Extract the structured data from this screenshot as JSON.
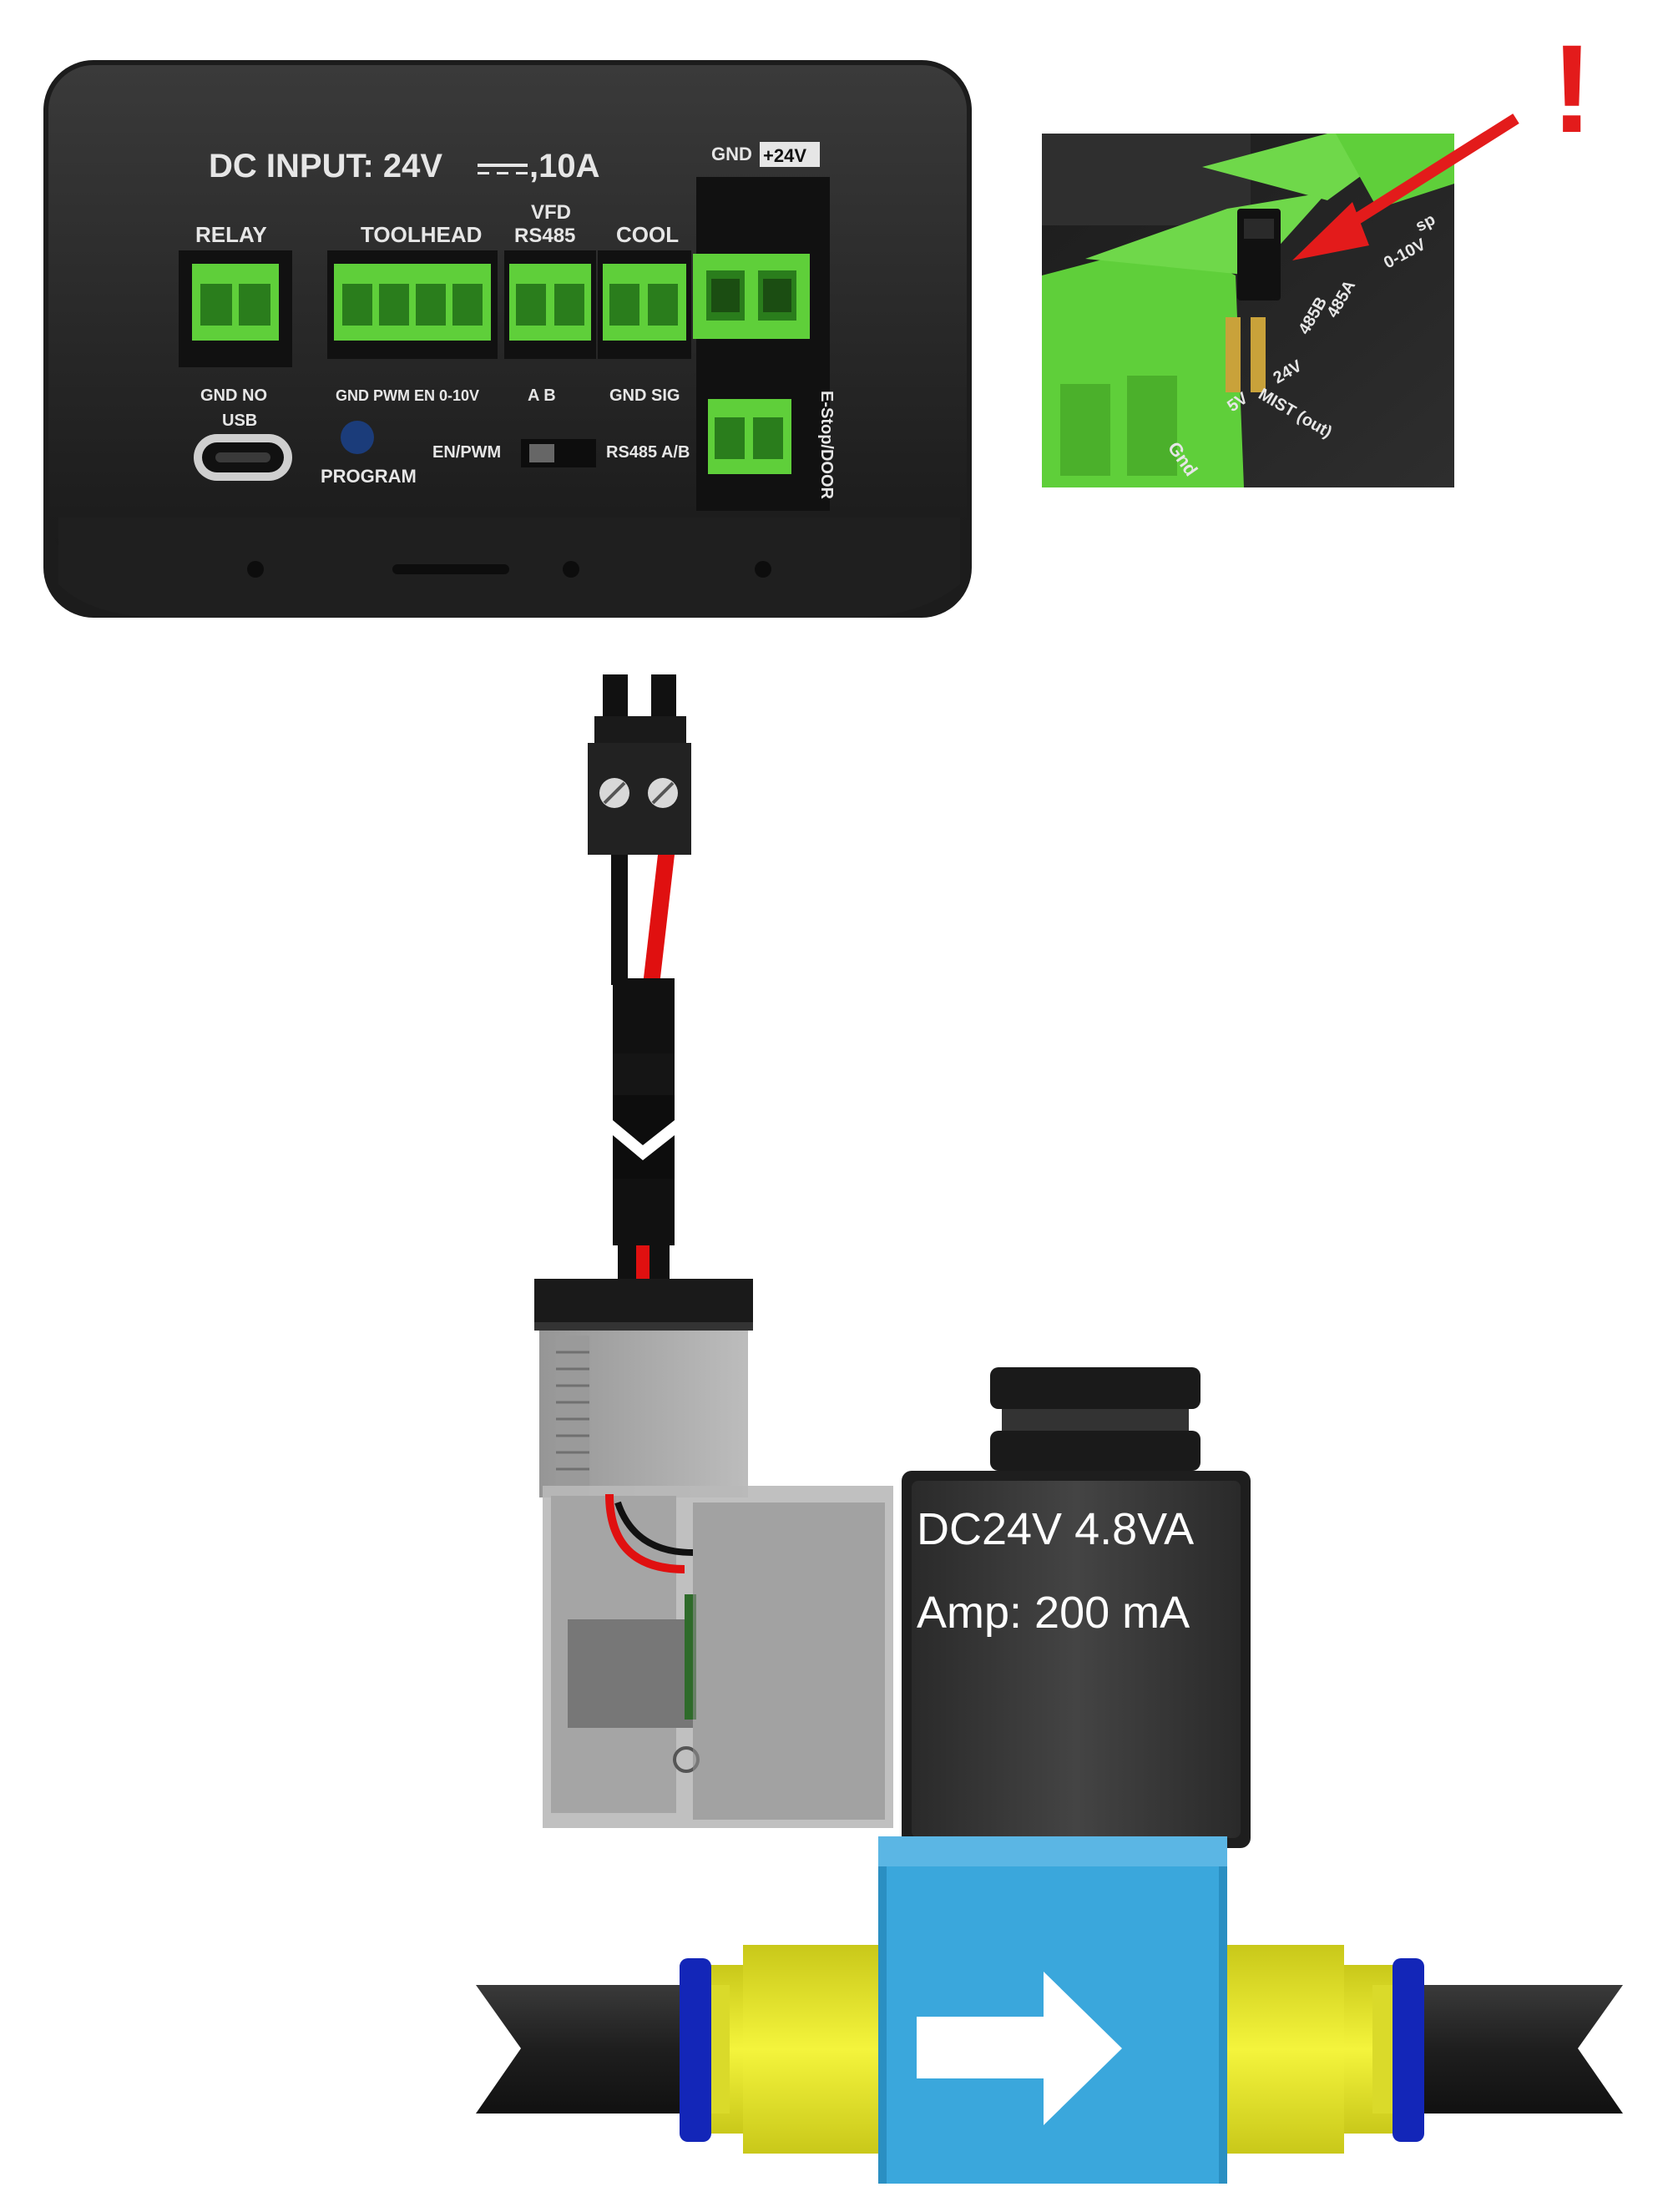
{
  "controller": {
    "dc_input": "DC INPUT: 24V",
    "dc_current": ",10A",
    "gnd_label": "GND",
    "v24_label": "+24V",
    "relay": "RELAY",
    "relay_pins": "GND  NO",
    "usb": "USB",
    "toolhead": "TOOLHEAD",
    "toolhead_pins": "GND PWM  EN  0-10V",
    "vfd": "VFD",
    "rs485": "RS485",
    "rs485_pins": "A     B",
    "cool": "COOL",
    "cool_pins": "GND SIG",
    "program": "PROGRAM",
    "en_pwm": "EN/PWM",
    "rs485_ab": "RS485 A/B",
    "estop": "E-Stop/DOOR"
  },
  "inset": {
    "exclamation": "!",
    "labels": [
      "0-10V",
      "485A",
      "485B",
      "24V",
      "MIST (out)",
      "5V",
      "Gnd",
      "sp"
    ]
  },
  "valve": {
    "line1": "DC24V 4.8VA",
    "line2": "Amp: 200 mA"
  },
  "colors": {
    "terminal_green": "#5fcf3a",
    "housing": "#2b2b2b",
    "wire_red": "#e01010",
    "valve_blue": "#3aa7dc",
    "fitting_yellow": "#e8e832",
    "fitting_blue": "#1326b8",
    "arrow_red": "#e31b1b"
  }
}
